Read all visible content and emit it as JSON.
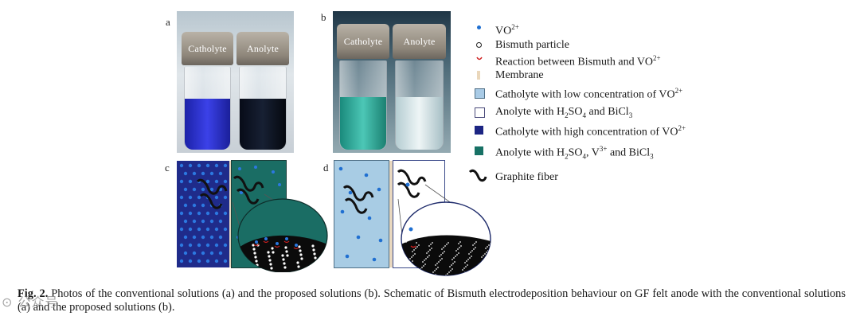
{
  "panels": {
    "a": "a",
    "b": "b",
    "c": "c",
    "d": "d"
  },
  "photo_a": {
    "vial_left_label": "Catholyte",
    "vial_right_label": "Anolyte",
    "left_color": "#2a2fd0",
    "right_color": "#0d1322"
  },
  "photo_b": {
    "vial_left_label": "Catholyte",
    "vial_right_label": "Anolyte",
    "left_color": "#2aa99a",
    "right_color": "#cfe0e3"
  },
  "legend": {
    "vo2": {
      "text": "VO",
      "sup": "2+",
      "color": "#1f6fd1"
    },
    "bismuth": {
      "text": "Bismuth particle"
    },
    "reaction": {
      "text": "Reaction between Bismuth and VO",
      "sup": "2+",
      "color": "#d02020"
    },
    "membrane": {
      "text": "Membrane",
      "color": "#ead7bb"
    },
    "cat_low": {
      "text": "Catholyte with low concentration of VO",
      "sup": "2+",
      "color": "#a9cbe6"
    },
    "ano_bi": {
      "pre": "Anolyte with H",
      "sub1": "2",
      "mid1": "SO",
      "sub2": "4",
      "post": " and BiCl",
      "sub3": "3",
      "color": "#ffffff"
    },
    "cat_high": {
      "text": "Catholyte with high concentration of VO",
      "sup": "2+",
      "color": "#1c2583"
    },
    "ano_v": {
      "pre": "Anolyte with H",
      "sub1": "2",
      "mid1": "SO",
      "sub2": "4",
      "mid2": ", V",
      "sup": "3+",
      "post": " and BiCl",
      "sub3": "3",
      "color": "#177165"
    },
    "fiber": {
      "text": "Graphite fiber"
    }
  },
  "caption": {
    "label": "Fig. 2.",
    "text": " Photos of the conventional solutions (a) and the proposed solutions (b). Schematic of Bismuth electrodeposition behaviour on GF felt anode with the conventional solutions (a) and the proposed solutions (b)."
  },
  "watermark": "⊙ 公众号"
}
